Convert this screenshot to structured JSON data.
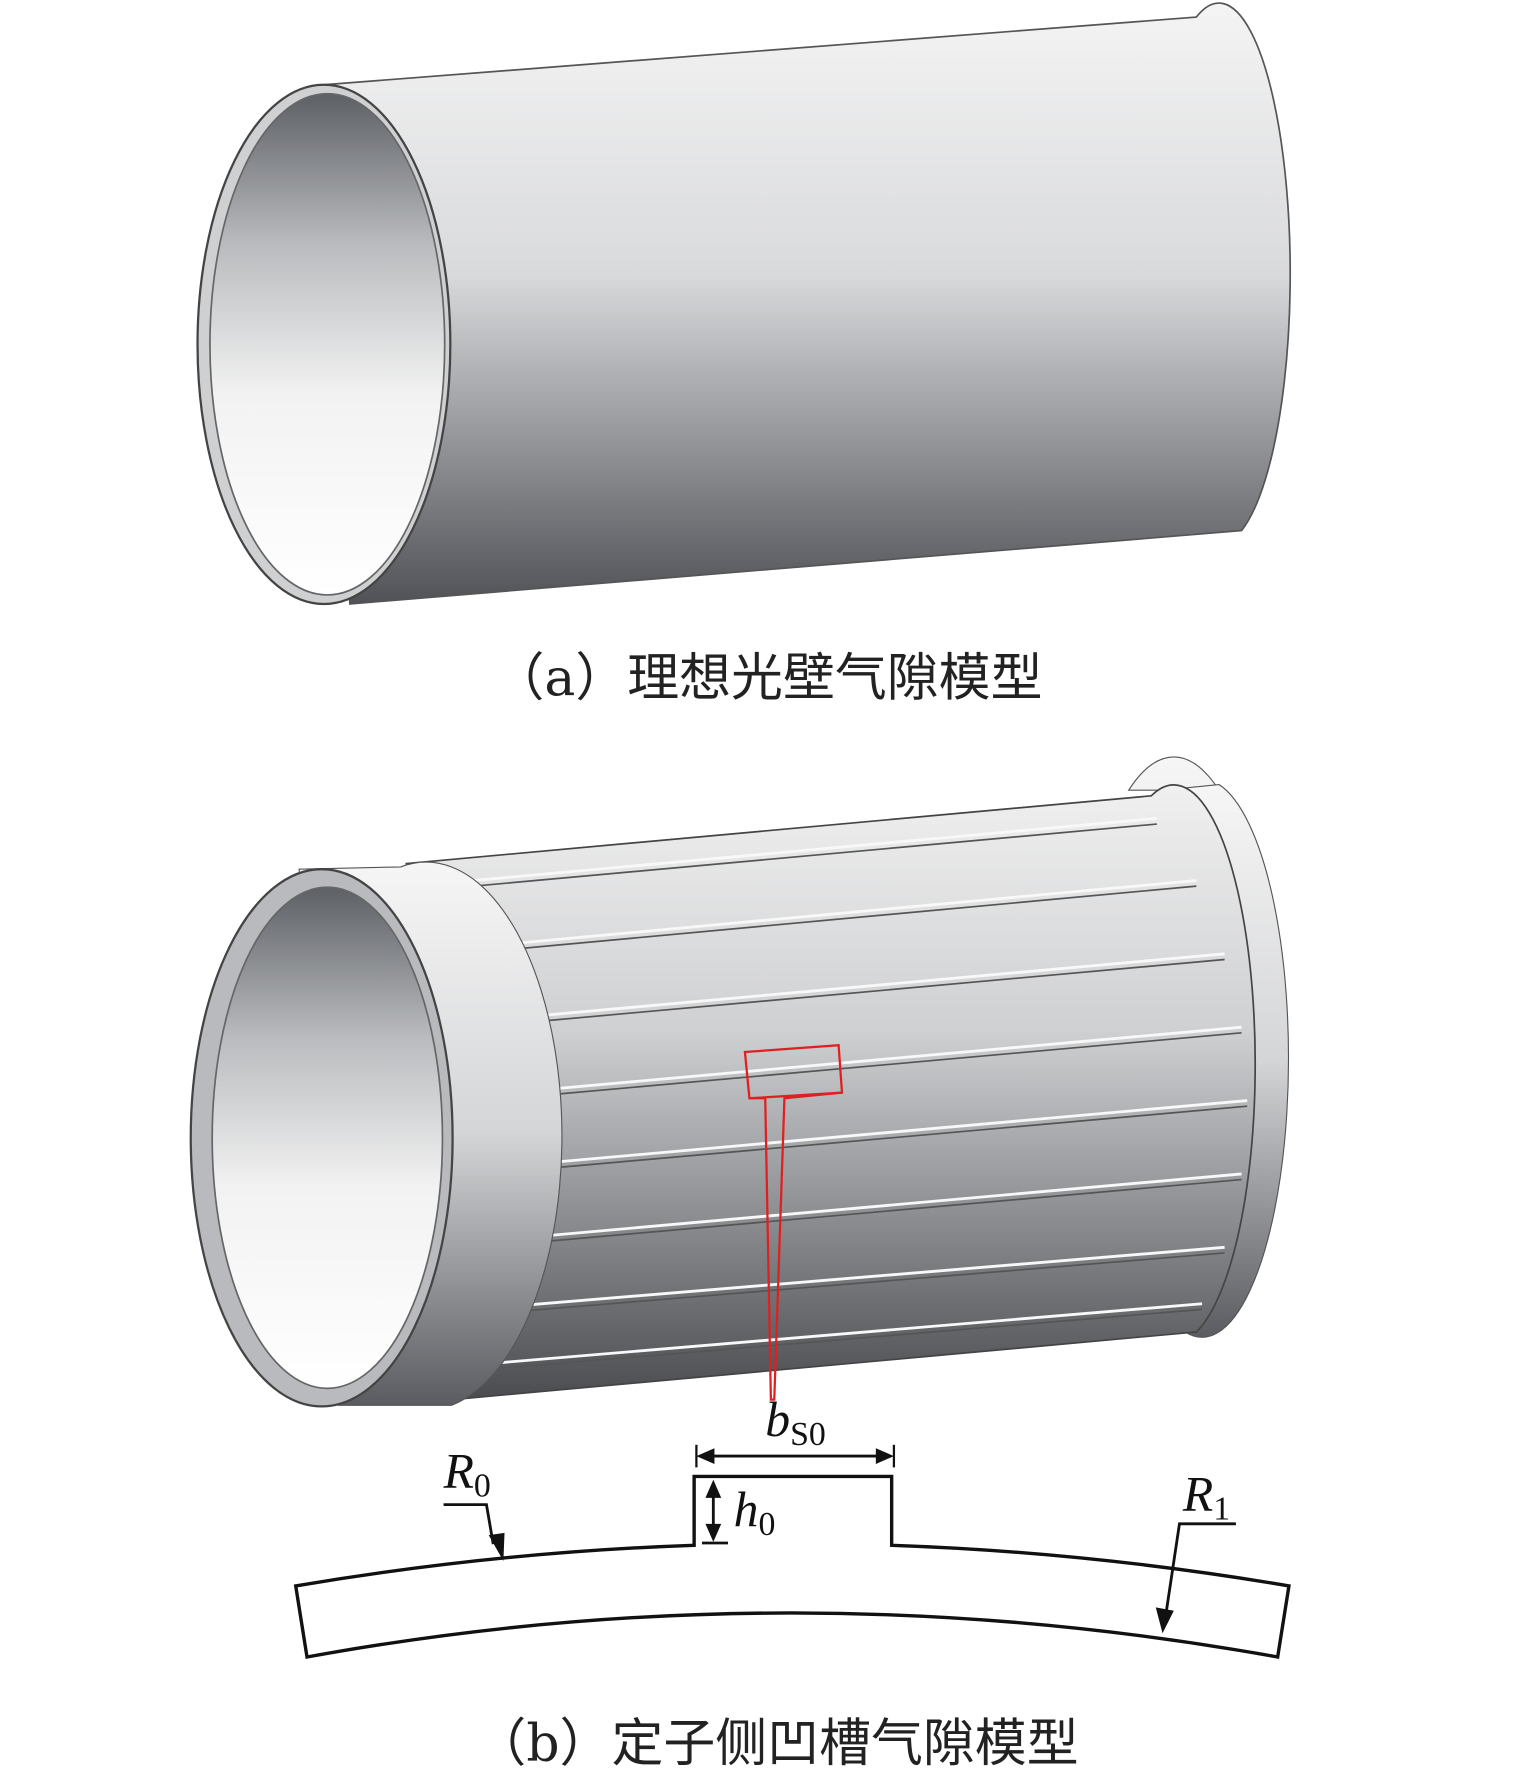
{
  "figure_a": {
    "caption": "（a）理想光壁气隙模型"
  },
  "figure_b": {
    "caption": "（b）定子侧凹槽气隙模型"
  },
  "labels": {
    "b_main": "b",
    "b_sub": "S0",
    "h_main": "h",
    "h_sub": "0",
    "r0_main": "R",
    "r0_sub": "0",
    "r1_main": "R",
    "r1_sub": "1"
  },
  "colors": {
    "highlight": "#e02020",
    "line": "#111111"
  }
}
